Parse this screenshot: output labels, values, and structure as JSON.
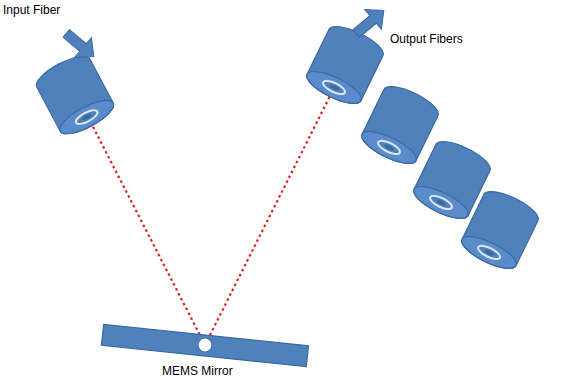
{
  "diagram": {
    "labels": [
      "Input Fiber",
      "Output Fibers",
      "MEMS Mirror"
    ]
  }
}
